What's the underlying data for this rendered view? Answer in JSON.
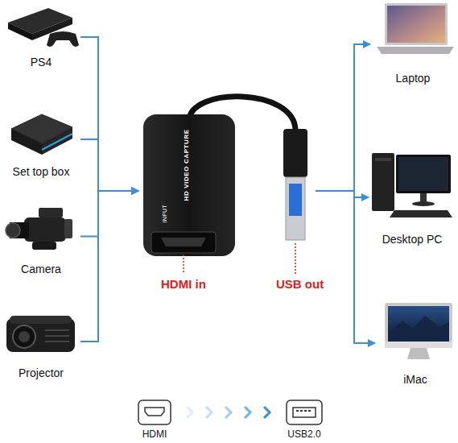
{
  "diagram": {
    "nodes": [
      {
        "text": [
          "PS4"
        ]
      },
      {
        "text": [
          "Set top box"
        ]
      },
      {
        "text": [
          "Camera"
        ]
      },
      {
        "text": [
          "Projector"
        ]
      },
      {
        "text": [
          "HD VIDEO CAPTURE",
          "INPUT"
        ]
      },
      {
        "text": [
          "Laptop"
        ]
      },
      {
        "text": [
          "Desktop PC"
        ]
      },
      {
        "text": [
          "iMac"
        ]
      }
    ],
    "edges": [
      {
        "from": 0,
        "to": 4,
        "arrow": "to"
      },
      {
        "from": 1,
        "to": 4,
        "arrow": "to"
      },
      {
        "from": 2,
        "to": 4,
        "arrow": "to"
      },
      {
        "from": 3,
        "to": 4,
        "arrow": "to"
      },
      {
        "from": 4,
        "to": 5,
        "arrow": "to"
      },
      {
        "from": 4,
        "to": 6,
        "arrow": "to"
      },
      {
        "from": 4,
        "to": 7,
        "arrow": "to"
      }
    ],
    "labels": [
      "HDMI in",
      "USB out",
      "HDMI",
      "USB2.0"
    ]
  }
}
